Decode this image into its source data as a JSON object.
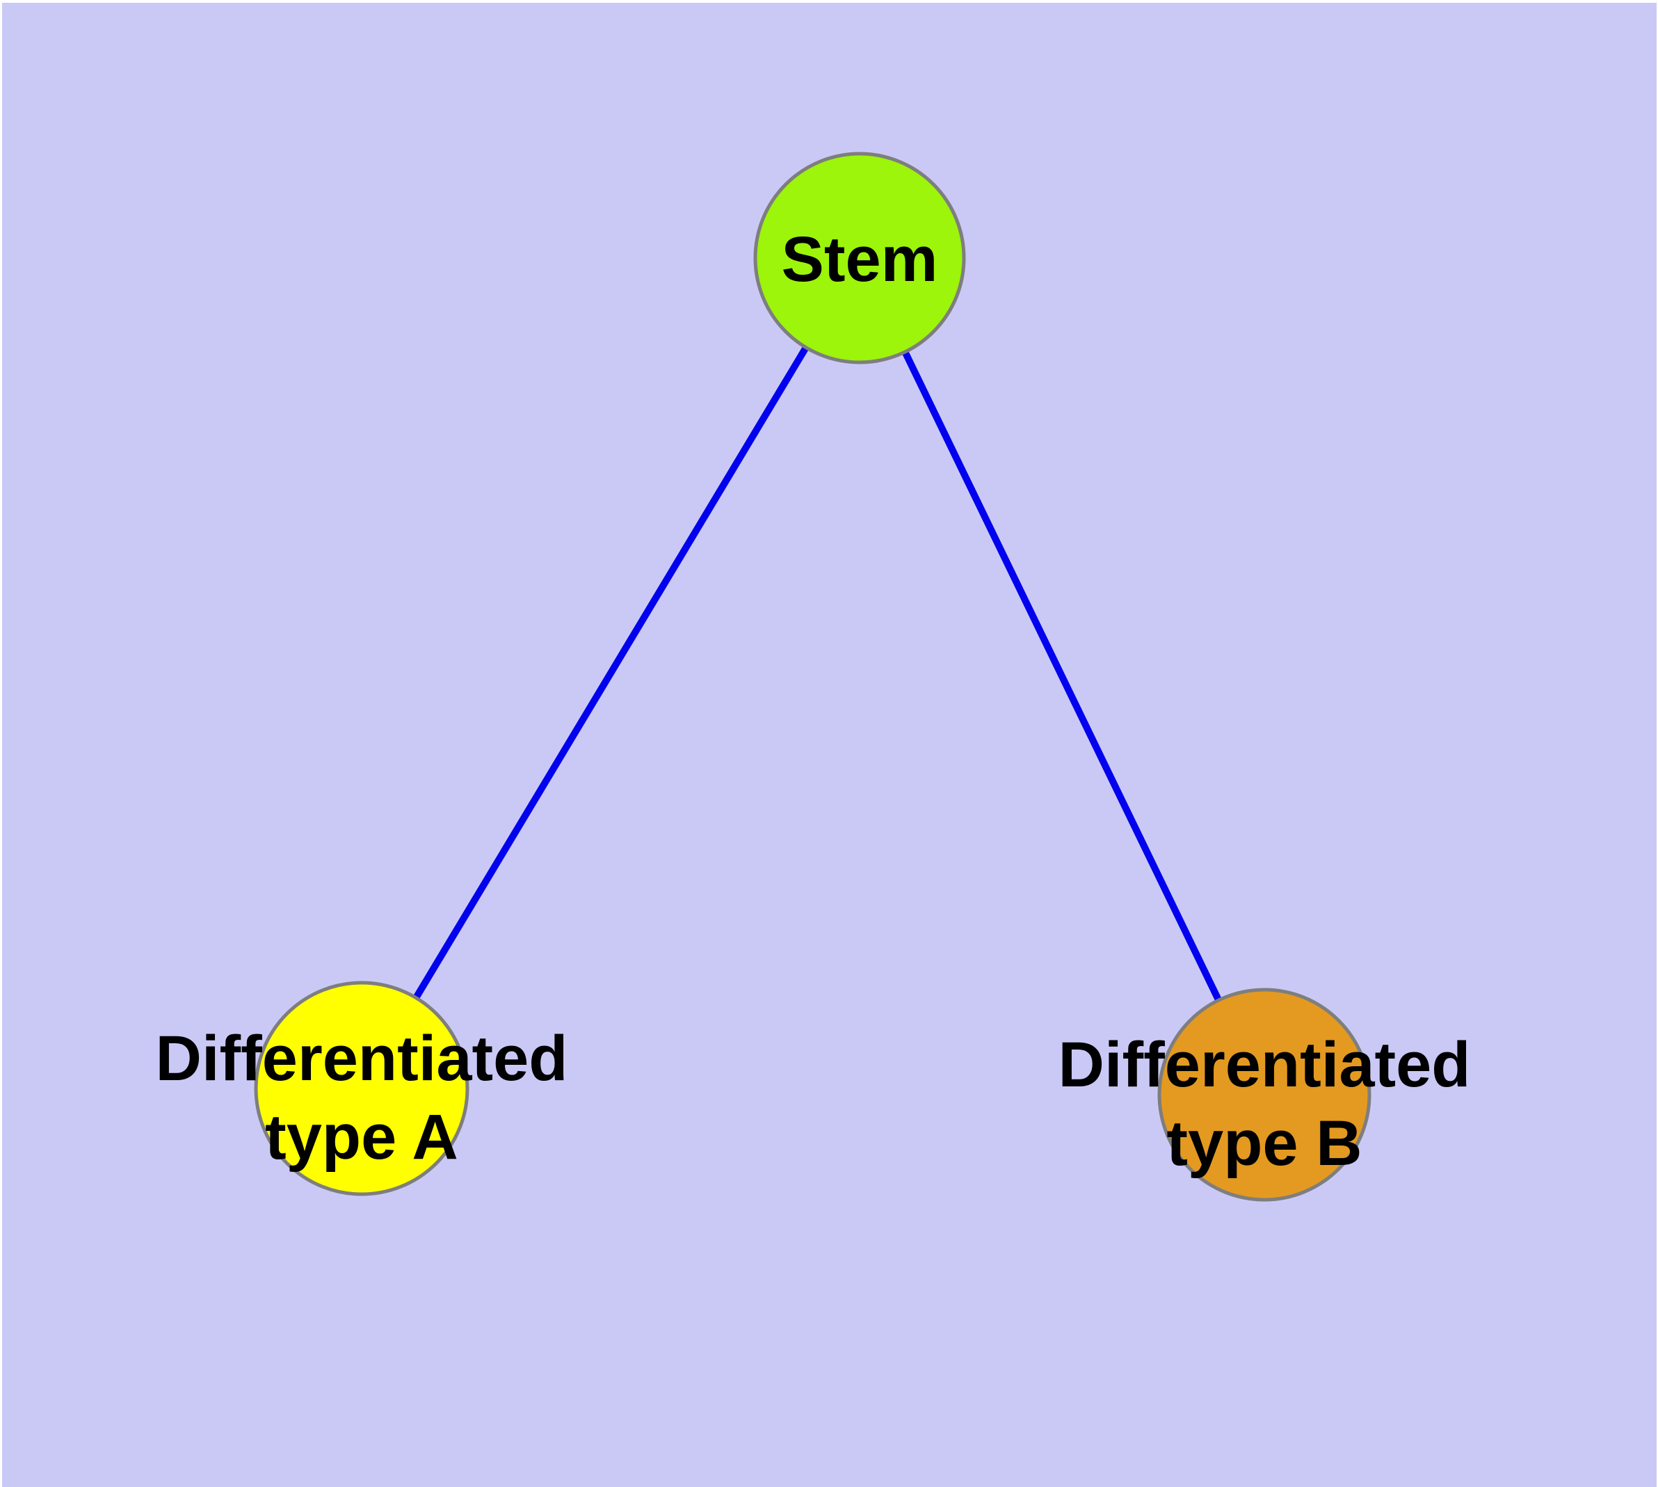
{
  "canvas": {
    "background_color": "#ffffff",
    "plot_background_color": "#cac9f6"
  },
  "nodes": {
    "stem": {
      "label": "Stem",
      "fill": "#9cf50a",
      "border_color": "#7e7e7e"
    },
    "type_a": {
      "label_line1": "Differentiated",
      "label_line2": "type A",
      "fill": "#ffff00",
      "border_color": "#7e7e7e"
    },
    "type_b": {
      "label_line1": "Differentiated",
      "label_line2": "type B",
      "fill": "#e49a20",
      "border_color": "#7e7e7e"
    }
  },
  "edges": {
    "color": "#0202ee",
    "list": [
      {
        "from": "Stem",
        "to": "Differentiated type A"
      },
      {
        "from": "Stem",
        "to": "Differentiated type B"
      }
    ]
  }
}
